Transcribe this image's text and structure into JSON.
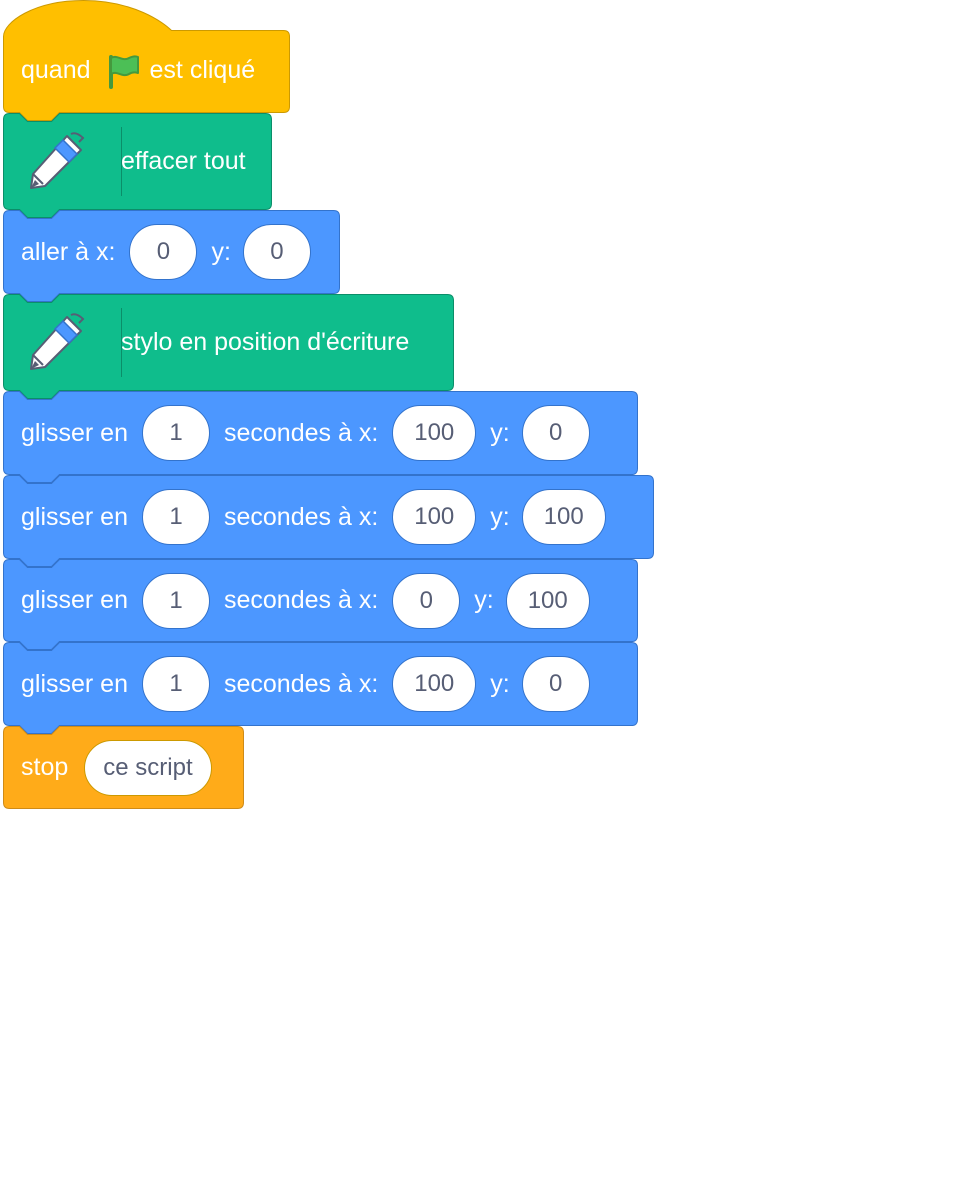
{
  "script": {
    "hat": {
      "before": "quand",
      "after": "est cliqué",
      "icon": "green-flag-icon"
    },
    "clear": {
      "label": "effacer tout",
      "icon": "pen-icon"
    },
    "goto": {
      "label": "aller à x:",
      "x": "0",
      "ylabel": "y:",
      "y": "0"
    },
    "pendown": {
      "label": "stylo en position d'écriture",
      "icon": "pen-icon"
    },
    "glides": [
      {
        "pre": "glisser en",
        "secs": "1",
        "mid": "secondes à x:",
        "x": "100",
        "ylabel": "y:",
        "y": "0"
      },
      {
        "pre": "glisser en",
        "secs": "1",
        "mid": "secondes à x:",
        "x": "100",
        "ylabel": "y:",
        "y": "100"
      },
      {
        "pre": "glisser en",
        "secs": "1",
        "mid": "secondes à x:",
        "x": "0",
        "ylabel": "y:",
        "y": "100"
      },
      {
        "pre": "glisser en",
        "secs": "1",
        "mid": "secondes à x:",
        "x": "100",
        "ylabel": "y:",
        "y": "0"
      }
    ],
    "stop": {
      "label": "stop",
      "option": "ce script"
    }
  },
  "colors": {
    "events": "#ffbf00",
    "events_border": "#cc9900",
    "pen": "#0fbd8c",
    "pen_border": "#0b8e69",
    "motion": "#4c97ff",
    "motion_border": "#3373cc",
    "control": "#ffab19",
    "control_border": "#cf8b17",
    "flag": "#4cbf56",
    "flag_border": "#45993d"
  }
}
